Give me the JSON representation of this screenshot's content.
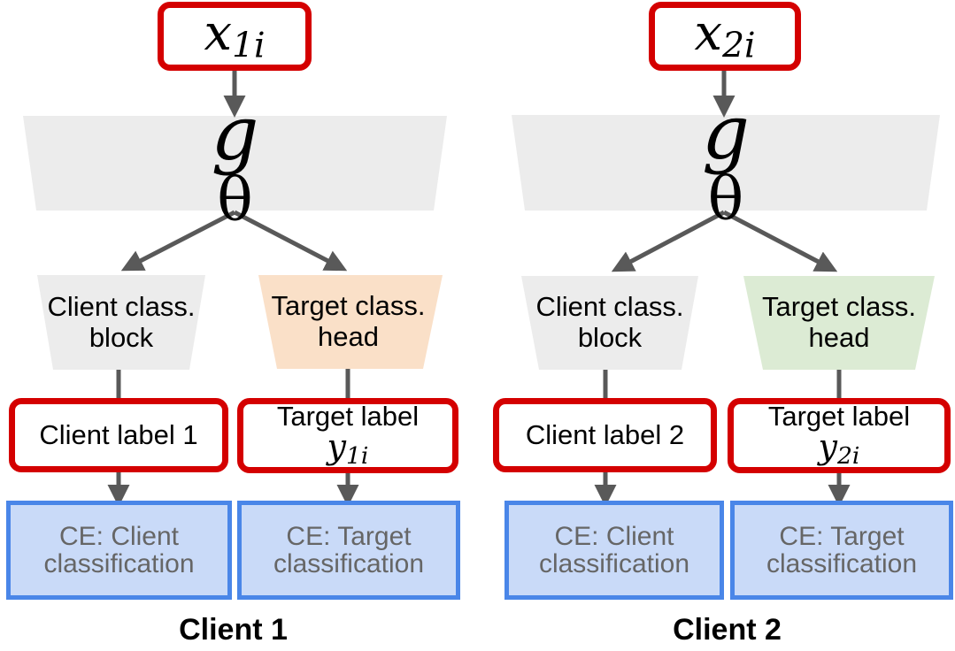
{
  "diagram": {
    "type": "flow-diagram",
    "background": "#ffffff",
    "colors": {
      "red_border": "#D40000",
      "blue_border": "#4A86E8",
      "blue_fill": "#C9DAF8",
      "blue_text": "#666666",
      "grey_fill": "#ECECEC",
      "orange_fill": "#FAE0C8",
      "green_fill": "#DCEBD4",
      "arrow": "#595959",
      "text": "#000000"
    },
    "clients": [
      {
        "id": "client-1",
        "caption": "Client 1",
        "input": {
          "base": "x",
          "sub": "1i"
        },
        "encoder": {
          "base": "g",
          "sub": "θ"
        },
        "client_branch": {
          "block_line1": "Client class.",
          "block_line2": "block",
          "block_fill": "#ECECEC",
          "label_text": "Client label 1",
          "loss_line1": "CE: Client",
          "loss_line2": "classification"
        },
        "target_branch": {
          "head_line1": "Target class.",
          "head_line2": "head",
          "head_fill": "#FAE0C8",
          "label_line1": "Target label",
          "label_math_base": "y",
          "label_math_sub": "1i",
          "loss_line1": "CE: Target",
          "loss_line2": "classification"
        }
      },
      {
        "id": "client-2",
        "caption": "Client 2",
        "input": {
          "base": "x",
          "sub": "2i"
        },
        "encoder": {
          "base": "g",
          "sub": "θ"
        },
        "client_branch": {
          "block_line1": "Client class.",
          "block_line2": "block",
          "block_fill": "#ECECEC",
          "label_text": "Client label 2",
          "loss_line1": "CE: Client",
          "loss_line2": "classification"
        },
        "target_branch": {
          "head_line1": "Target class.",
          "head_line2": "head",
          "head_fill": "#DCEBD4",
          "label_line1": "Target label",
          "label_math_base": "y",
          "label_math_sub": "2i",
          "loss_line1": "CE: Target",
          "loss_line2": "classification"
        }
      }
    ]
  }
}
